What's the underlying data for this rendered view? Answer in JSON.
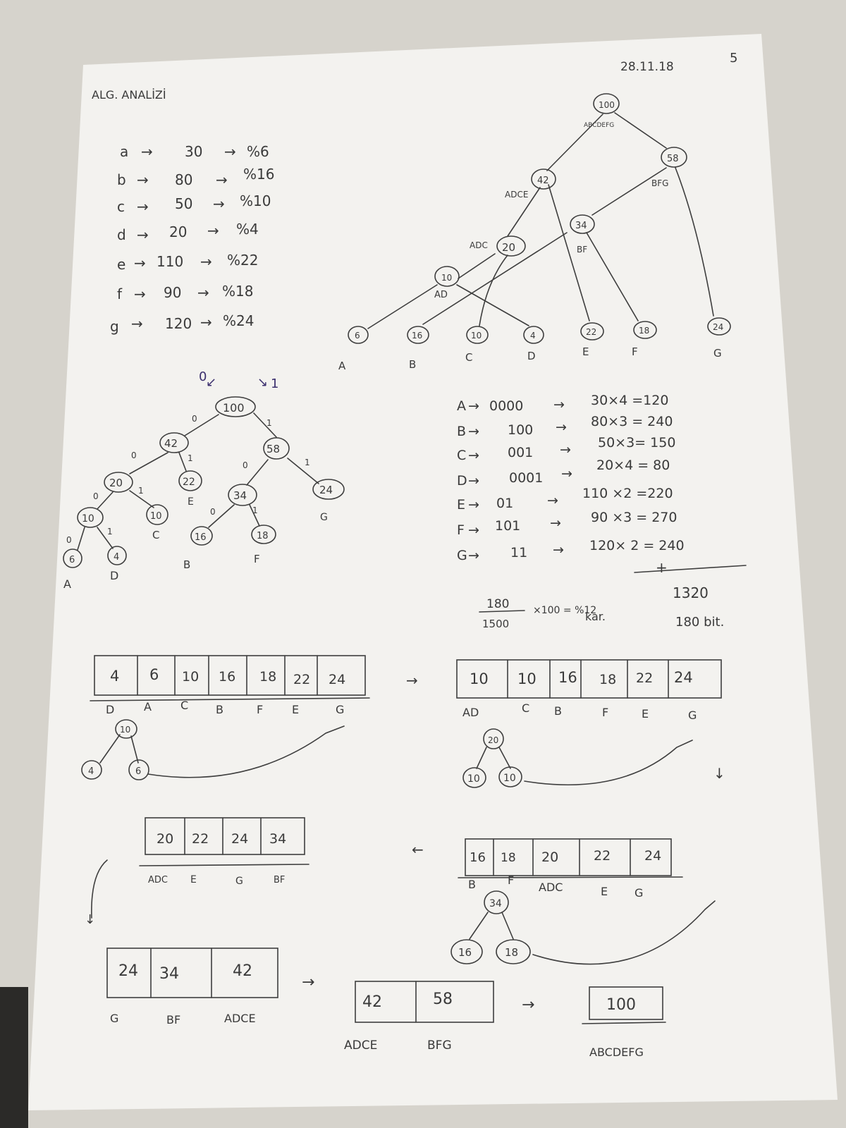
{
  "header": {
    "title": "ALG. ANALİZİ",
    "date": "28.11.18",
    "page_number": "5"
  },
  "frequency_table": [
    {
      "letter": "a",
      "count": "30",
      "percent": "%6"
    },
    {
      "letter": "b",
      "count": "80",
      "percent": "%16"
    },
    {
      "letter": "c",
      "count": "50",
      "percent": "%10"
    },
    {
      "letter": "d",
      "count": "20",
      "percent": "%4"
    },
    {
      "letter": "e",
      "count": "110",
      "percent": "%22"
    },
    {
      "letter": "f",
      "count": "90",
      "percent": "%18"
    },
    {
      "letter": "g",
      "count": "120",
      "percent": "%24"
    }
  ],
  "top_tree": {
    "root": {
      "value": "100",
      "label": "ABCDEFG"
    },
    "n42": {
      "value": "42",
      "label": "ADCE"
    },
    "n58": {
      "value": "58",
      "label": "BFG"
    },
    "n20": {
      "value": "20",
      "label": "ADC"
    },
    "n34": {
      "value": "34",
      "label": "BF"
    },
    "n10": {
      "value": "10",
      "label": "AD"
    },
    "leaves": [
      {
        "value": "6",
        "letter": "A"
      },
      {
        "value": "16",
        "letter": "B"
      },
      {
        "value": "10",
        "letter": "C"
      },
      {
        "value": "4",
        "letter": "D"
      },
      {
        "value": "22",
        "letter": "E"
      },
      {
        "value": "18",
        "letter": "F"
      },
      {
        "value": "24",
        "letter": "G"
      }
    ]
  },
  "coded_tree": {
    "left_bit": "0",
    "right_bit": "1",
    "root": "100",
    "n42": "42",
    "n58": "58",
    "n20": "20",
    "n22": "22",
    "n34": "34",
    "n24": "24",
    "n10": "10",
    "n10c": "10",
    "n16": "16",
    "n18": "18",
    "n6": "6",
    "n4": "4",
    "labels": {
      "E": "E",
      "C": "C",
      "B": "B",
      "F": "F",
      "G": "G",
      "A": "A",
      "D": "D"
    }
  },
  "codes": [
    {
      "letter": "A",
      "code": "0000",
      "calc": "30×4 =120"
    },
    {
      "letter": "B",
      "code": "100",
      "calc": "80×3 = 240"
    },
    {
      "letter": "C",
      "code": "001",
      "calc": "50×3= 150"
    },
    {
      "letter": "D",
      "code": "0001",
      "calc": "20×4 = 80"
    },
    {
      "letter": "E",
      "code": "01",
      "calc": "110 ×2 =220"
    },
    {
      "letter": "F",
      "code": "101",
      "calc": "90 ×3 = 270"
    },
    {
      "letter": "G",
      "code": "11",
      "calc": "120× 2 = 240"
    }
  ],
  "sum": {
    "plus": "+",
    "total": "1320",
    "bits": "180 bit."
  },
  "ratio": {
    "numerator": "180",
    "denominator": "1500",
    "rest": "×100 = %12",
    "note": "kar."
  },
  "queue1": {
    "values": [
      "4",
      "6",
      "10",
      "16",
      "18",
      "22",
      "24"
    ],
    "labels": [
      "D",
      "A",
      "C",
      "B",
      "F",
      "E",
      "G"
    ],
    "merge": {
      "parent": "10",
      "left": "4",
      "right": "6"
    }
  },
  "queue2": {
    "values": [
      "10",
      "10",
      "16",
      "18",
      "22",
      "24"
    ],
    "labels": [
      "AD",
      "C",
      "B",
      "F",
      "E",
      "G"
    ],
    "merge": {
      "parent": "20",
      "left": "10",
      "right": "10"
    }
  },
  "queue3": {
    "values": [
      "16",
      "18",
      "20",
      "22",
      "24"
    ],
    "labels": [
      "B",
      "F",
      "ADC",
      "E",
      "G"
    ],
    "merge": {
      "parent": "34",
      "left": "16",
      "right": "18"
    }
  },
  "queue4": {
    "values": [
      "20",
      "22",
      "24",
      "34"
    ],
    "labels": [
      "ADC",
      "E",
      "G",
      "BF"
    ]
  },
  "queue5": {
    "values": [
      "24",
      "34",
      "42"
    ],
    "labels": [
      "G",
      "BF",
      "ADCE"
    ]
  },
  "queue6": {
    "values": [
      "42",
      "58"
    ],
    "labels": [
      "ADCE",
      "BFG"
    ]
  },
  "queue7": {
    "values": [
      "100"
    ],
    "labels": [
      "ABCDEFG"
    ]
  }
}
